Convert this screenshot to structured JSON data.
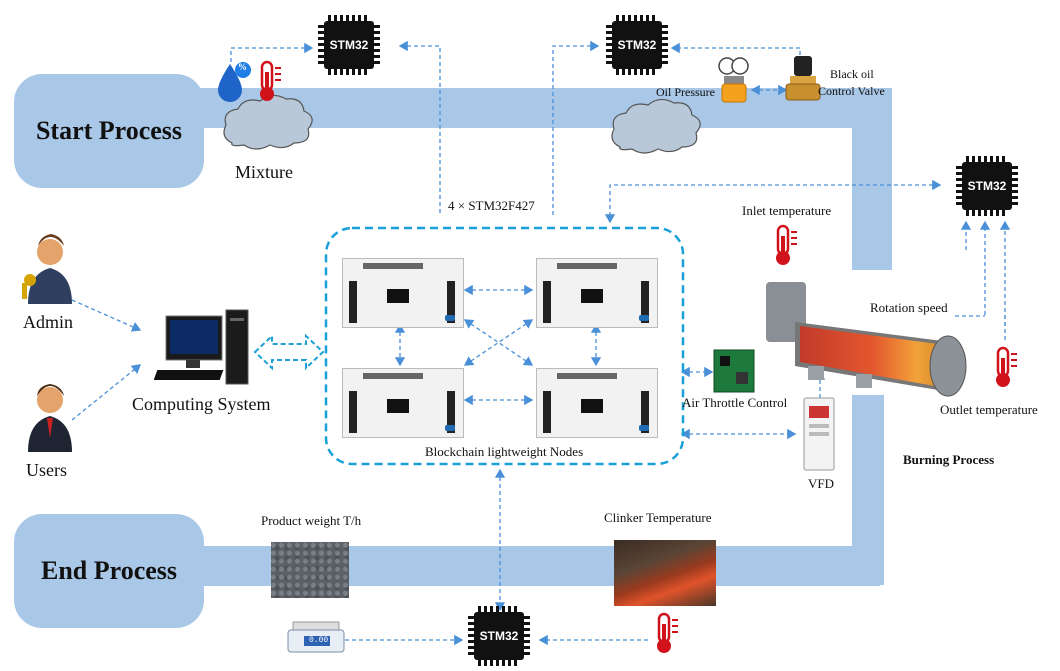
{
  "processes": {
    "start": "Start Process",
    "end": "End Process",
    "burning": "Burning Process"
  },
  "labels": {
    "mixture": "Mixture",
    "oil_pressure": "Oil Pressure",
    "black_oil_valve_line1": "Black oil",
    "black_oil_valve_line2": "Control Valve",
    "stm32_cluster": "4 × STM32F427",
    "inlet_temperature": "Inlet temperature",
    "rotation_speed": "Rotation speed",
    "outlet_temperature": "Outlet temperature",
    "air_throttle": "Air Throttle Control",
    "vfd": "VFD",
    "admin": "Admin",
    "users": "Users",
    "computing_system": "Computing System",
    "blockchain_nodes": "Blockchain lightweight Nodes",
    "product_weight": "Product weight T/h",
    "clinker_temperature": "Clinker Temperature",
    "humidity_percent": "%",
    "scale_readout": "0.00"
  },
  "chips": {
    "label": "STM32"
  },
  "colors": {
    "pipe": "#a9c7e7",
    "arrow": "#4a90d9",
    "cluster_border": "#1aa0d8",
    "thermo_red": "#d0121b",
    "chip": "#111111"
  },
  "icons": [
    "humidity-drop-icon",
    "thermometer-icon",
    "pressure-gauge-icon",
    "solenoid-valve-icon",
    "cloud-icon",
    "user-admin-icon",
    "user-icon",
    "computer-icon",
    "pcb-board-icon",
    "rotary-kiln-icon",
    "vfd-drive-icon",
    "weighing-scale-icon",
    "clinker-photo",
    "product-pile-photo"
  ]
}
